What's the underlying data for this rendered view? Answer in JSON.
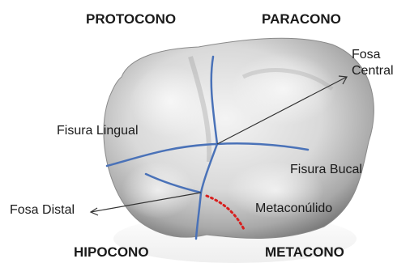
{
  "cusps": {
    "protocono": "PROTOCONO",
    "paracono": "PARACONO",
    "hipocono": "HIPOCONO",
    "metacono": "METACONO"
  },
  "labels": {
    "fosa_central_line1": "Fosa",
    "fosa_central_line2": "Central",
    "fisura_lingual": "Fisura Lingual",
    "fisura_bucal": "Fisura Bucal",
    "fosa_distal": "Fosa Distal",
    "metaconulido": "Metaconúlido"
  },
  "colors": {
    "fissure_line": "#4a72b8",
    "metaconulido_dots": "#d8201f",
    "pointer_arrow": "#333333",
    "text": "#1a1a1a"
  }
}
